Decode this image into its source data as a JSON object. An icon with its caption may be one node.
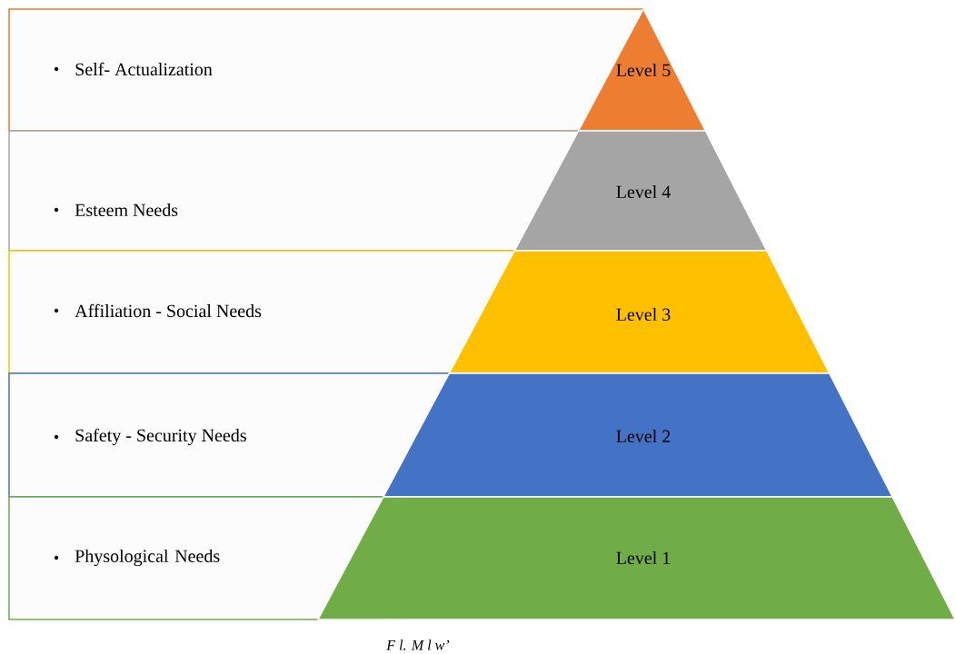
{
  "diagram": {
    "caption": "F l. M l w’",
    "nodes": [
      {
        "text": [
          "Self- Actualization"
        ]
      },
      {
        "text": [
          "Level 5"
        ]
      },
      {
        "text": [
          "Esteem Needs"
        ]
      },
      {
        "text": [
          "Level 4"
        ]
      },
      {
        "text": [
          "Affiliation - Social Needs"
        ]
      },
      {
        "text": [
          "Level 3"
        ]
      },
      {
        "text": [
          "Safety - Security Needs"
        ]
      },
      {
        "text": [
          "Level 2"
        ]
      },
      {
        "text": [
          "Physological Needs"
        ]
      },
      {
        "text": [
          "Level 1"
        ]
      }
    ]
  }
}
